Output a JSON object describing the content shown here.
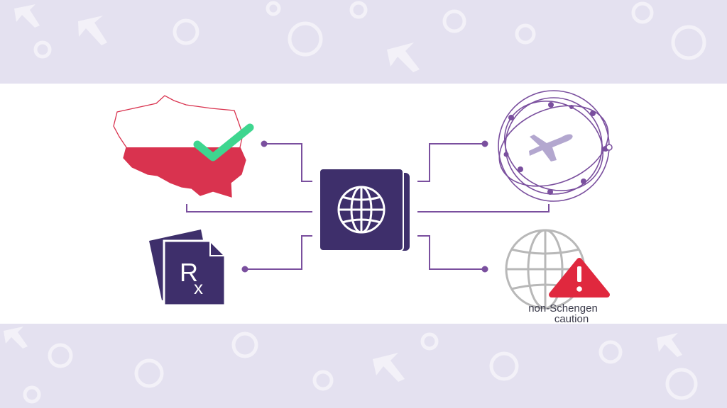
{
  "colors": {
    "background_band": "#e4e1f0",
    "pattern": "#ffffff",
    "panel": "#ffffff",
    "accent_purple": "#3e2f6b",
    "connector": "#7a4f9e",
    "poland_red": "#d9334f",
    "check_green": "#3ed68f",
    "warning_red": "#e0283e",
    "globe_gray": "#b8b8b8"
  },
  "icons": {
    "top_left": "poland-map-icon",
    "top_left_badge": "checkmark-icon",
    "bottom_left": "prescription-documents-icon",
    "center": "passport-globe-icon",
    "top_right": "airplane-orbit-icon",
    "bottom_right": "globe-warning-icon"
  },
  "labels": {
    "caution_line1": "non-Schengen",
    "caution_line2": "caution",
    "rx_symbol": "R",
    "rx_subscript": "x"
  }
}
